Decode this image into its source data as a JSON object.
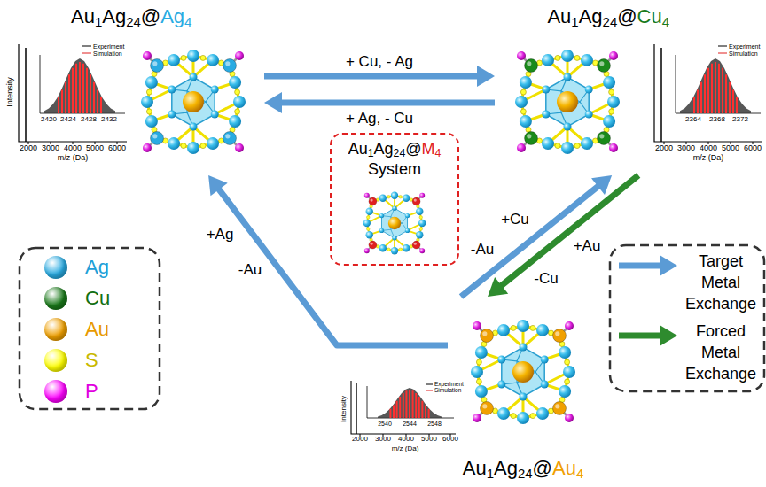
{
  "diagram": {
    "nodes": [
      {
        "text": [
          "Au1Ag24@Ag4"
        ]
      },
      {
        "text": [
          "Au1Ag24@Cu4"
        ]
      },
      {
        "text": [
          "Au1Ag24@M4 System"
        ]
      },
      {
        "text": [
          "Au1Ag24@Au4"
        ]
      }
    ],
    "edges": [
      {
        "from": 0,
        "to": 1,
        "label": "+ Cu, - Ag",
        "arrow": "to"
      },
      {
        "from": 1,
        "to": 0,
        "label": "+ Ag, - Cu",
        "arrow": "to"
      },
      {
        "from": 3,
        "to": 0,
        "label": "+Ag",
        "arrow": "to"
      },
      {
        "from": 3,
        "to": 1,
        "label": "+Cu",
        "arrow": "to"
      },
      {
        "from": 1,
        "to": 3,
        "label": "+Au",
        "arrow": "to"
      }
    ],
    "labels": [
      "-Au",
      "-Au",
      "-Cu",
      "Intensity",
      "2000",
      "3000",
      "4000",
      "5000",
      "6000",
      "m/z (Da)",
      "Experiment",
      "Simulation",
      "2420",
      "2424",
      "2428",
      "2432",
      "2000",
      "3000",
      "4000",
      "5000",
      "6000",
      "m/z (Da)",
      "Experiment",
      "Simulation",
      "2364",
      "2368",
      "2372",
      "Intensity",
      "2000",
      "3000",
      "4000",
      "5000",
      "6000",
      "m/z (Da)",
      "Experiment",
      "Simulation",
      "2540",
      "2544",
      "2548"
    ],
    "legend": [
      {
        "text": "Ag",
        "color": "#29abe2"
      },
      {
        "text": "Cu",
        "color": "#1a7a1a"
      },
      {
        "text": "Au",
        "color": "#f0a000"
      },
      {
        "text": "S",
        "color": "#ffff00"
      },
      {
        "text": "P",
        "color": "#ff00ff"
      },
      {
        "text": "Target Metal Exchange"
      },
      {
        "text": "Forced Metal Exchange"
      }
    ]
  }
}
